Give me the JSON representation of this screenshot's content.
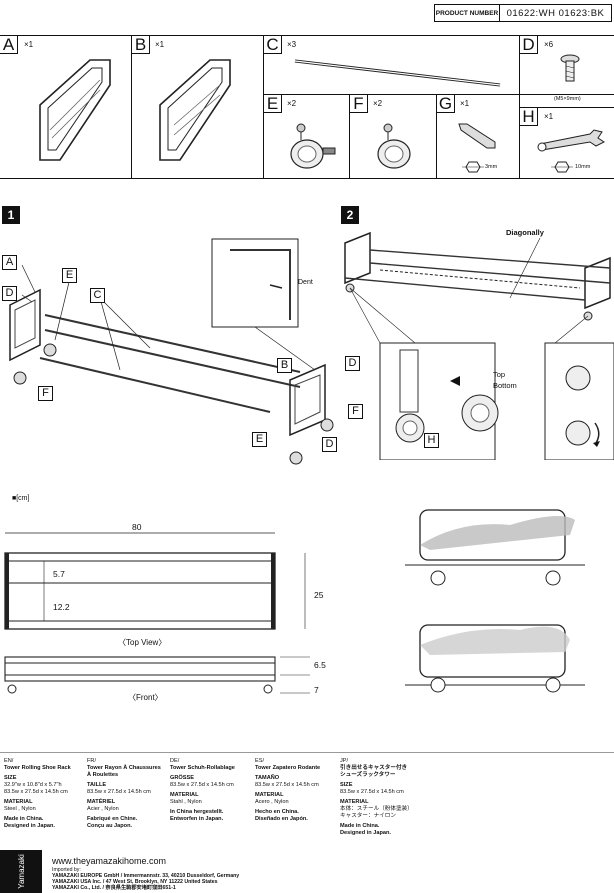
{
  "product": {
    "number_label": "PRODUCT NUMBER",
    "number_value": "01622:WH 01623:BK"
  },
  "parts": [
    {
      "letter": "A",
      "qty": "×1"
    },
    {
      "letter": "B",
      "qty": "×1"
    },
    {
      "letter": "C",
      "qty": "×3"
    },
    {
      "letter": "D",
      "qty": "×6",
      "note": "(M5×9mm)"
    },
    {
      "letter": "E",
      "qty": "×2"
    },
    {
      "letter": "F",
      "qty": "×2"
    },
    {
      "letter": "G",
      "qty": "×1",
      "note": "3mm"
    },
    {
      "letter": "H",
      "qty": "×1",
      "note": "10mm"
    }
  ],
  "step1": {
    "number": "1",
    "labels": [
      "A",
      "D",
      "E",
      "C",
      "F",
      "B",
      "D",
      "F",
      "E",
      "D"
    ],
    "callout": "Dent"
  },
  "step2": {
    "number": "2",
    "diagonal_label": "Diagonally",
    "top_label": "Top",
    "bottom_label": "Bottom",
    "h_label": "H"
  },
  "dimensions": {
    "unit": "■[cm]",
    "width": "80",
    "d1": "5.7",
    "d2": "12.2",
    "depth": "25",
    "top_view": "〈Top View〉",
    "front": "〈Front〉",
    "h1": "6.5",
    "h2": "7"
  },
  "footer": {
    "columns": [
      {
        "lang": "EN/",
        "name": "Tower Rolling Shoe Rack",
        "size_h": "SIZE",
        "size": "32.9\"w x 10.8\"d x 5.7\"h\n83.5w x 27.5d x 14.5h cm",
        "mat_h": "MATERIAL",
        "mat": "Steel , Nylon",
        "made": "Made in China.\nDesigned in Japan."
      },
      {
        "lang": "FR/",
        "name": "Tower Rayon À Chaussures\nÀ Roulettes",
        "size_h": "TAILLE",
        "size": "83.5w x 27.5d x 14.5h cm",
        "mat_h": "MATÉRIEL",
        "mat": "Acier , Nylon",
        "made": "Fabriqué en Chine.\nConçu au Japon."
      },
      {
        "lang": "DE/",
        "name": "Tower Schuh-Rollablage",
        "size_h": "GRÖSSE",
        "size": "83.5w x 27.5d x 14.5h cm",
        "mat_h": "MATERIAL",
        "mat": "Stahl , Nylon",
        "made": "In China hergestellt.\nEntworfen in Japan."
      },
      {
        "lang": "ES/",
        "name": "Tower Zapatero Rodante",
        "size_h": "TAMAÑO",
        "size": "83.5w x 27.5d x 14.5h cm",
        "mat_h": "MATERIAL",
        "mat": "Acero , Nylon",
        "made": "Hecho en China.\nDiseñado en Japón."
      },
      {
        "lang": "JP/",
        "name": "引き出せるキャスター付き\nシューズラックタワー",
        "size_h": "SIZE",
        "size": "83.5w x 27.5d x 14.5h cm",
        "mat_h": "MATERIAL",
        "mat": "本体：スチール（粉体塗装）\nキャスター：ナイロン",
        "made": "Made in China.\nDesigned in Japan."
      }
    ],
    "brand": "Yamazaki",
    "url": "www.theyamazakihome.com",
    "imported_by": "Imported by:",
    "importers": [
      "YAMAZAKI EUROPE GmbH / Immermannstr. 33, 40210 Dusseldorf, Germany",
      "YAMAZAKI USA Inc. /  47 West St, Brooklyn, NY 11222 United States",
      "YAMAZAKI Co., Ltd. /  奈良県生駒郡安堵町窪田651-1"
    ]
  }
}
